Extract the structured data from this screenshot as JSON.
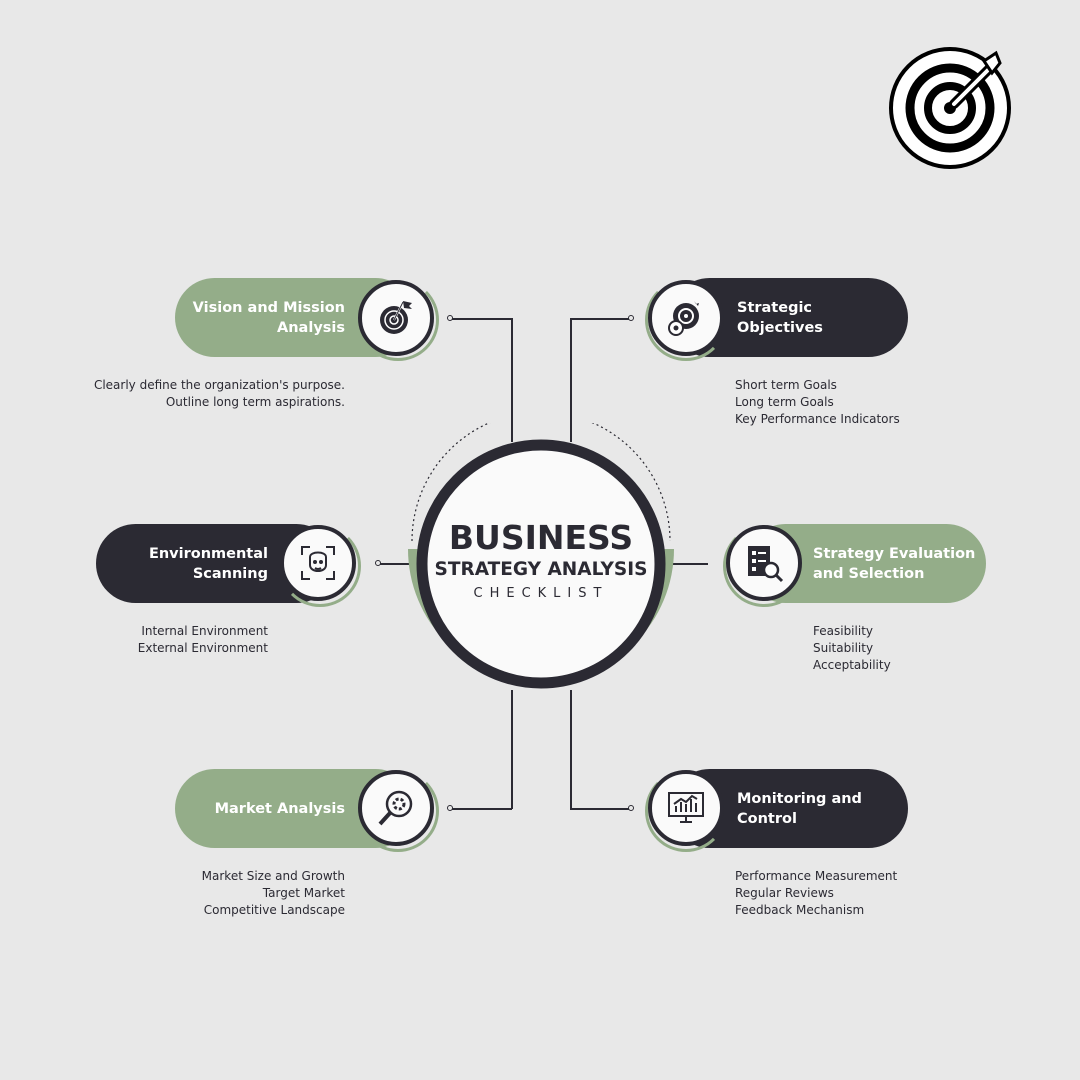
{
  "center": {
    "line1": "BUSINESS",
    "line2": "STRATEGY ANALYSIS",
    "line3": "CHECKLIST"
  },
  "colors": {
    "green": "#94ad89",
    "dark": "#2b2a33",
    "background": "#e8e8e8"
  },
  "items": [
    {
      "title1": "Vision and Mission",
      "title2": "Analysis",
      "icon": "target-flag-icon",
      "desc": [
        "Clearly define the organization's purpose.",
        "Outline long term aspirations."
      ]
    },
    {
      "title1": "Strategic",
      "title2": "Objectives",
      "icon": "target-gear-icon",
      "desc": [
        "Short term Goals",
        "Long term Goals",
        "Key Performance Indicators"
      ]
    },
    {
      "title1": "Environmental",
      "title2": "Scanning",
      "icon": "face-scan-icon",
      "desc": [
        "Internal Environment",
        "External Environment"
      ]
    },
    {
      "title1": "Strategy Evaluation",
      "title2": "and Selection",
      "icon": "checklist-search-icon",
      "desc": [
        "Feasibility",
        "Suitability",
        "Acceptability"
      ]
    },
    {
      "title1": "Market Analysis",
      "title2": "",
      "icon": "search-gear-icon",
      "desc": [
        "Market Size and Growth",
        "Target Market",
        "Competitive Landscape"
      ]
    },
    {
      "title1": "Monitoring and",
      "title2": "Control",
      "icon": "monitor-chart-icon",
      "desc": [
        "Performance Measurement",
        "Regular Reviews",
        "Feedback Mechanism"
      ]
    }
  ]
}
